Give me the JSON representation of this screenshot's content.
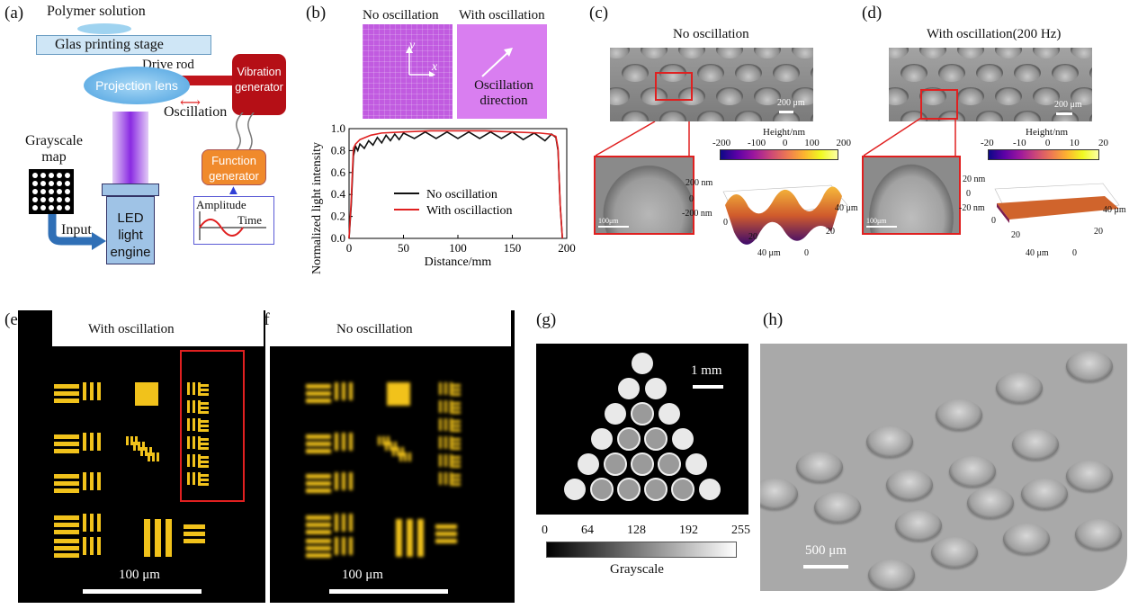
{
  "panel_labels": [
    "(a)",
    "(b)",
    "(c)",
    "(d)",
    "(e)",
    "(f)",
    "(g)",
    "(h)"
  ],
  "panel_a": {
    "polymer": "Polymer solution",
    "stage": "Glas printing stage",
    "drive_rod": "Drive rod",
    "lens": "Projection lens",
    "vibration": [
      "Vibration",
      "generator"
    ],
    "oscillation": "Oscillation",
    "grayscale_map": [
      "Grayscale",
      "map"
    ],
    "input": "Input",
    "led": [
      "LED",
      "light",
      "engine"
    ],
    "function_gen": [
      "Function",
      "generator"
    ],
    "amplitude": "Amplitude",
    "time": "Time"
  },
  "panel_b": {
    "no_osc": "No oscillation",
    "with_osc": "With oscillation",
    "axis_y": "y",
    "axis_x": "x",
    "osc_direction": [
      "Oscillation",
      "direction"
    ]
  },
  "chart_data": {
    "type": "line",
    "xlabel": "Distance/mm",
    "ylabel": "Normalized light intensity",
    "xlim": [
      0,
      200
    ],
    "ylim": [
      0,
      1.0
    ],
    "xticks": [
      "0",
      "50",
      "100",
      "150",
      "200"
    ],
    "yticks": [
      "0.0",
      "0.2",
      "0.4",
      "0.6",
      "0.8",
      "1.0"
    ],
    "legend_position": "bottom-right",
    "series": [
      {
        "name": "No oscillation",
        "color": "#111111",
        "x": [
          0,
          2,
          4,
          6,
          8,
          10,
          14,
          18,
          22,
          26,
          30,
          34,
          38,
          42,
          46,
          50,
          60,
          70,
          80,
          90,
          100,
          110,
          120,
          130,
          140,
          150,
          160,
          170,
          180,
          186,
          190,
          192,
          194,
          196
        ],
        "y": [
          0.0,
          0.3,
          0.75,
          0.84,
          0.8,
          0.86,
          0.82,
          0.89,
          0.85,
          0.92,
          0.87,
          0.94,
          0.89,
          0.95,
          0.9,
          0.96,
          0.91,
          0.97,
          0.91,
          0.97,
          0.91,
          0.97,
          0.91,
          0.97,
          0.91,
          0.97,
          0.9,
          0.96,
          0.89,
          0.95,
          0.92,
          0.8,
          0.3,
          0.0
        ]
      },
      {
        "name": "With oscillaction",
        "color": "#e02020",
        "x": [
          0,
          2,
          4,
          6,
          10,
          20,
          30,
          50,
          75,
          100,
          125,
          150,
          175,
          185,
          190,
          192,
          194,
          196
        ],
        "y": [
          0.0,
          0.35,
          0.82,
          0.86,
          0.9,
          0.94,
          0.96,
          0.97,
          0.98,
          0.98,
          0.98,
          0.97,
          0.96,
          0.95,
          0.93,
          0.82,
          0.3,
          0.0
        ]
      }
    ]
  },
  "panel_c": {
    "title": "No oscillation",
    "scale": "200 μm",
    "zoom_scale": "100μm",
    "cbar_title": "Height/nm",
    "cbar_ticks": [
      "-200",
      "-100",
      "0",
      "100",
      "200"
    ],
    "z_ticks": [
      "200 nm",
      "0",
      "-200 nm"
    ],
    "axis_ticks_a": [
      "40 μm",
      "20",
      "0"
    ],
    "axis_ticks_b": [
      "0",
      "20",
      "40 μm"
    ]
  },
  "panel_d": {
    "title": "With oscillation(200 Hz)",
    "scale": "200 μm",
    "zoom_scale": "100μm",
    "cbar_title": "Height/nm",
    "cbar_ticks": [
      "-20",
      "-10",
      "0",
      "10",
      "20"
    ],
    "z_ticks": [
      "20 nm",
      "0",
      "-20 nm"
    ],
    "axis_ticks_a": [
      "40 μm",
      "20",
      "0"
    ],
    "axis_ticks_b": [
      "0",
      "20",
      "40 μm"
    ]
  },
  "panel_e": {
    "title": "With oscillation",
    "scale": "100 μm"
  },
  "panel_f": {
    "title": "No oscillation",
    "scale": "100 μm"
  },
  "panel_g": {
    "scale": "1 mm",
    "gray_ticks": [
      "0",
      "64",
      "128",
      "192",
      "255"
    ],
    "gray_title": "Grayscale"
  },
  "panel_h": {
    "scale": "500 μm"
  },
  "colors": {
    "red": "#e02020",
    "lens": "#6fb4e6",
    "vibration": "#b70f16",
    "function": "#f08a2c",
    "led": "#9fc3e6",
    "purple": "#c94ce0"
  }
}
